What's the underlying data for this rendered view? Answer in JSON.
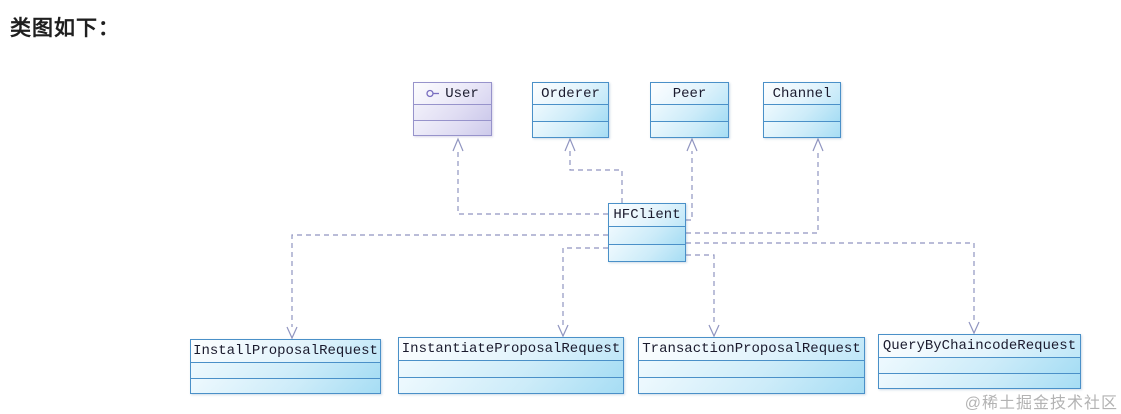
{
  "page": {
    "heading": "类图如下：",
    "watermark": "@稀土掘金技术社区",
    "background": "#ffffff"
  },
  "diagram": {
    "type": "uml-class-diagram",
    "classes": [
      {
        "name": "User",
        "icon": "interface-lollipop-icon",
        "theme": "purple",
        "compartments": 3
      },
      {
        "name": "Orderer",
        "theme": "blue",
        "compartments": 3
      },
      {
        "name": "Peer",
        "theme": "blue",
        "compartments": 3
      },
      {
        "name": "Channel",
        "theme": "blue",
        "compartments": 3
      },
      {
        "name": "HFClient",
        "theme": "blue",
        "compartments": 3
      },
      {
        "name": "InstallProposalRequest",
        "theme": "blue",
        "compartments": 3
      },
      {
        "name": "InstantiateProposalRequest",
        "theme": "blue",
        "compartments": 3
      },
      {
        "name": "TransactionProposalRequest",
        "theme": "blue",
        "compartments": 3
      },
      {
        "name": "QueryByChaincodeRequest",
        "theme": "blue",
        "compartments": 3
      }
    ],
    "relations": [
      {
        "from": "HFClient",
        "to": "User",
        "type": "dashed-dependency-arrow"
      },
      {
        "from": "HFClient",
        "to": "Orderer",
        "type": "dashed-dependency-arrow"
      },
      {
        "from": "HFClient",
        "to": "Peer",
        "type": "dashed-dependency-arrow"
      },
      {
        "from": "HFClient",
        "to": "Channel",
        "type": "dashed-dependency-arrow"
      },
      {
        "from": "HFClient",
        "to": "InstallProposalRequest",
        "type": "dashed-dependency-arrow"
      },
      {
        "from": "HFClient",
        "to": "InstantiateProposalRequest",
        "type": "dashed-dependency-arrow"
      },
      {
        "from": "HFClient",
        "to": "TransactionProposalRequest",
        "type": "dashed-dependency-arrow"
      },
      {
        "from": "HFClient",
        "to": "QueryByChaincodeRequest",
        "type": "dashed-dependency-arrow"
      }
    ],
    "colors": {
      "blue_border": "#4a90c8",
      "purple_border": "#9793cb",
      "connector": "#9095c0",
      "text": "#1b1b2e",
      "watermark": "#b3b3b3"
    }
  }
}
